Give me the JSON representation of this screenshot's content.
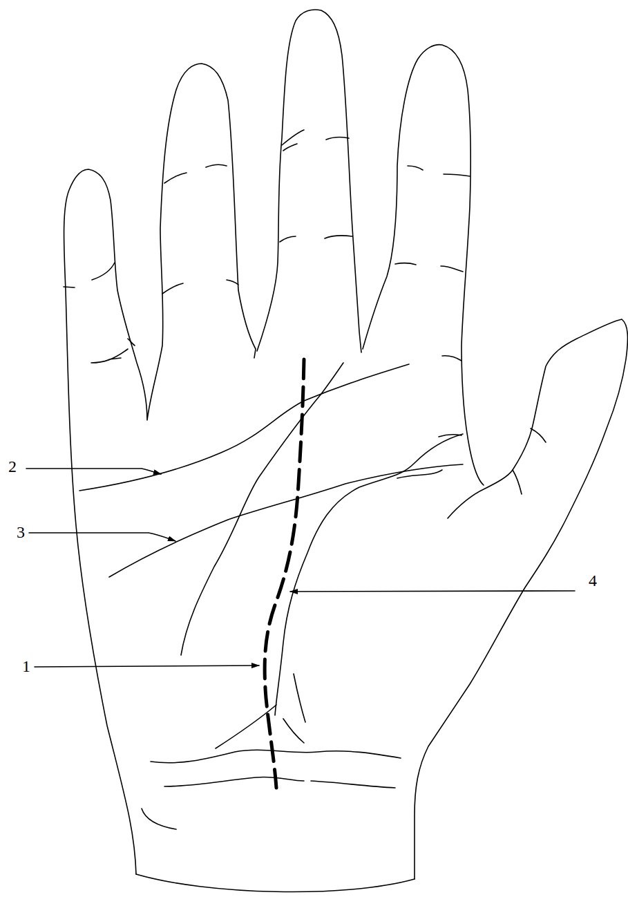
{
  "diagram": {
    "labels": [
      "2",
      "3",
      "4",
      "1"
    ]
  }
}
